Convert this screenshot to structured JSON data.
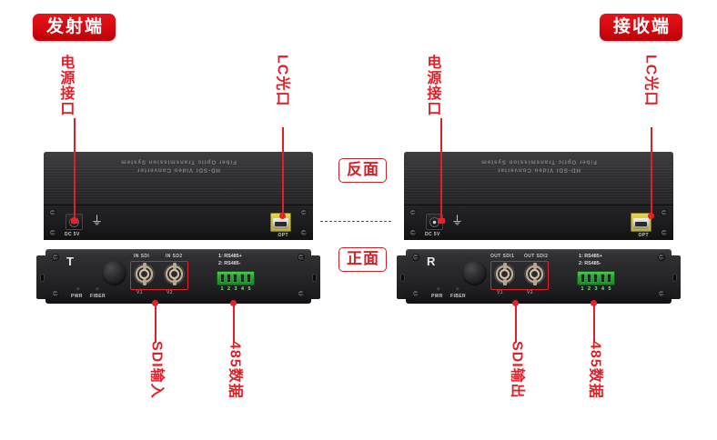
{
  "badges": {
    "transmitter": "发射端",
    "receiver": "接收端"
  },
  "side_labels": {
    "back": "反面",
    "front": "正面"
  },
  "callouts": {
    "power_port": "电源接口",
    "lc_optical_port": "LC光口",
    "sdi_input": "SDI输入",
    "sdi_output": "SDI输出",
    "rs485_data": "485数据"
  },
  "device_silkscreen": {
    "brand_line1": "Fiber Optic Transmission System",
    "brand_line2": "HD-SDI Video Converter",
    "dc_label": "DC 5V",
    "opt_label": "OPT",
    "ground_symbol": "⏚",
    "tx_letter": "T",
    "rx_letter": "R",
    "led_pwr": "PWR",
    "led_fiber": "FIBER",
    "tx_bnc_1": "IN SDI",
    "tx_bnc_2": "IN SD2",
    "rx_bnc_1": "OUT SDI1",
    "rx_bnc_2": "OUT SDI2",
    "bnc_v1": "V1",
    "bnc_v2": "V2",
    "rs485_line1": "1: RS485+",
    "rs485_line2": "2: RS485-",
    "rs485_pin_numbers": [
      "1",
      "2",
      "3",
      "4",
      "5"
    ]
  },
  "colors": {
    "accent_red": "#e02028",
    "badge_red": "#d4080f",
    "terminal_green": "#27a834",
    "optical_yellow": "#d9c63c"
  }
}
